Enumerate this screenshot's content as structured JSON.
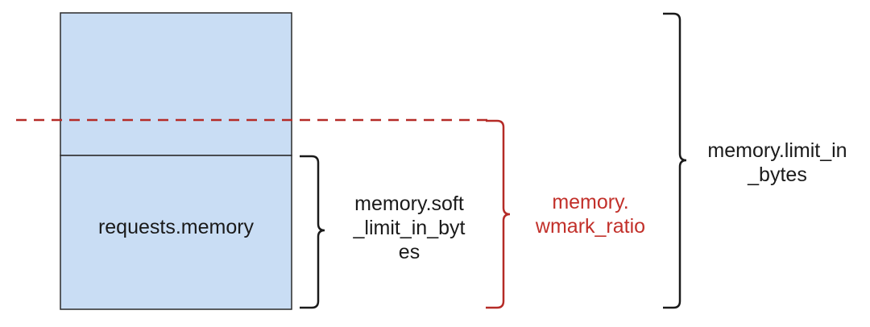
{
  "colors": {
    "box_fill": "#c9ddf4",
    "box_stroke": "#2a2a2a",
    "black": "#1a1a1a",
    "red": "#b52b27"
  },
  "labels": {
    "requests": "requests.memory",
    "soft_limit": {
      "line1": "memory.soft",
      "line2": "_limit_in_byt",
      "line3": "es"
    },
    "wmark_ratio": {
      "line1": "memory.",
      "line2": "wmark_ratio"
    },
    "limit": {
      "line1": "memory.limit_in",
      "line2": "_bytes"
    }
  }
}
